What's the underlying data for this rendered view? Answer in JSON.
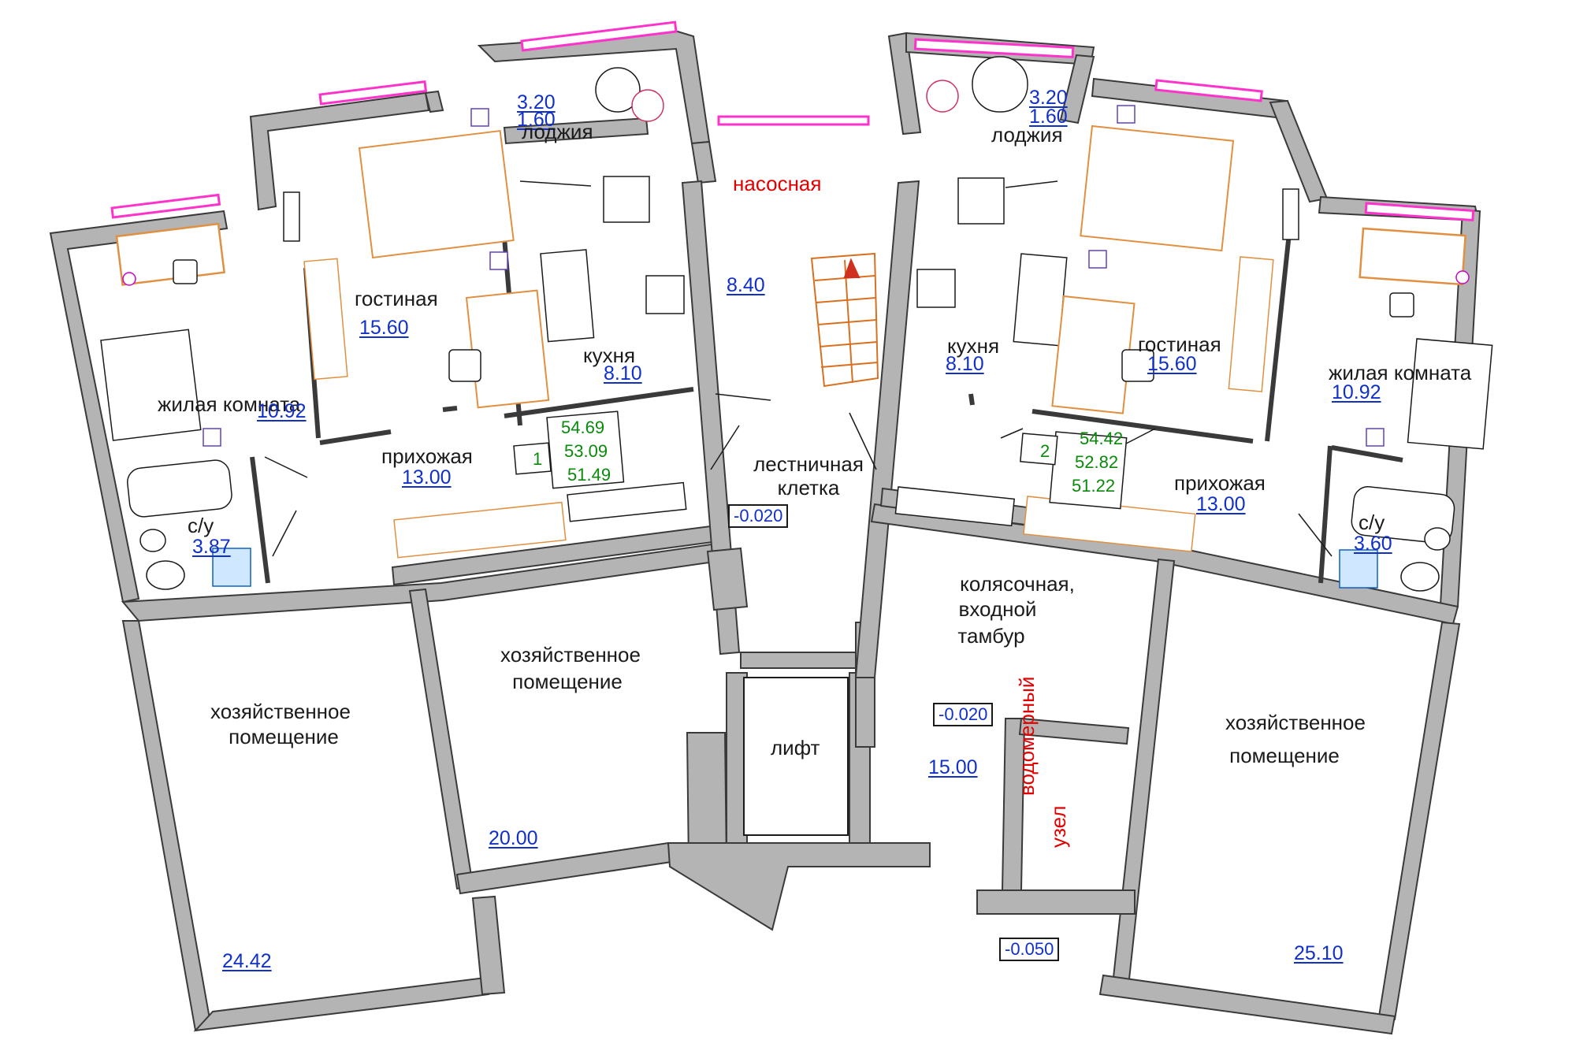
{
  "rooms": {
    "left_loggia": {
      "name": "лоджия",
      "area_num": "3.20",
      "area_den": "1.60"
    },
    "right_loggia": {
      "name": "лоджия",
      "area_num": "3.20",
      "area_den": "1.60"
    },
    "pump_room": {
      "name": "насосная",
      "area": "8.40"
    },
    "left_living": {
      "name": "гостиная",
      "area": "15.60"
    },
    "right_living": {
      "name": "гостиная",
      "area": "15.60"
    },
    "left_kitchen": {
      "name": "кухня",
      "area": "8.10"
    },
    "right_kitchen": {
      "name": "кухня",
      "area": "8.10"
    },
    "left_bedroom": {
      "name": "жилая комната",
      "area": "10.92"
    },
    "right_bedroom": {
      "name": "жилая комната",
      "area": "10.92"
    },
    "left_hall": {
      "name": "прихожая",
      "area": "13.00"
    },
    "right_hall": {
      "name": "прихожая",
      "area": "13.00"
    },
    "left_bath": {
      "name": "с/у",
      "area": "3.87"
    },
    "right_bath": {
      "name": "с/у",
      "area": "3.60"
    },
    "stairwell": {
      "name_1": "лестничная",
      "name_2": "клетка",
      "level": "-0.020"
    },
    "stroller": {
      "name_1": "колясочная,",
      "name_2": "входной",
      "name_3": "тамбур",
      "level": "-0.020",
      "area": "15.00"
    },
    "lift": {
      "name": "лифт"
    },
    "water_meter": {
      "name_1": "водомерный",
      "name_2": "узел"
    },
    "entrance": {
      "level": "-0.050"
    },
    "storage_left_outer": {
      "name_1": "хозяйственное",
      "name_2": "помещение",
      "area": "24.42"
    },
    "storage_left_inner": {
      "name_1": "хозяйственное",
      "name_2": "помещение",
      "area": "20.00"
    },
    "storage_right": {
      "name_1": "хозяйственное",
      "name_2": "помещение",
      "area": "25.10"
    }
  },
  "apartments": [
    {
      "number": "1",
      "total": "54.69",
      "living": "53.09",
      "net": "51.49"
    },
    {
      "number": "2",
      "total": "54.42",
      "living": "52.82",
      "net": "51.22"
    }
  ],
  "colors": {
    "wall": "#b4b4b4",
    "wall_stroke": "#3a3a3a",
    "window": "#ff33cc",
    "area_text": "#1030c8",
    "red_text": "#e00000",
    "apt_numbers": "#0a8a0a",
    "furniture_accent": "#e09040",
    "wardrobe_accent": "#20c0c0",
    "stair": "#d87020"
  }
}
